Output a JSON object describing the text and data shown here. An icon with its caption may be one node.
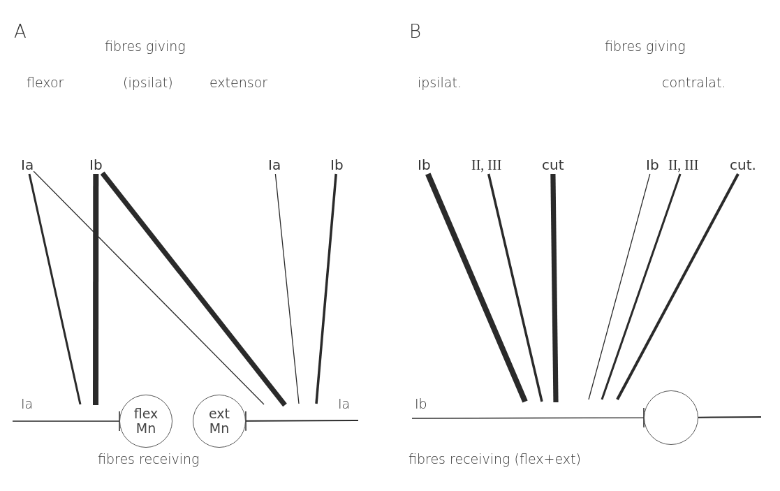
{
  "diagram": {
    "nodes": [
      {
        "text": [
          "Ia"
        ]
      },
      {
        "text": [
          "Ib"
        ]
      },
      {
        "text": [
          "Ia"
        ]
      },
      {
        "text": [
          "Ib"
        ]
      },
      {
        "text": [
          "flex Mn"
        ]
      },
      {
        "text": [
          "ext Mn"
        ]
      },
      {
        "text": [
          "Ib"
        ]
      },
      {
        "text": [
          "II, III"
        ]
      },
      {
        "text": [
          "cut"
        ]
      },
      {
        "text": [
          "Ib"
        ]
      },
      {
        "text": [
          "II, III"
        ]
      },
      {
        "text": [
          "cut."
        ]
      },
      {
        "text": [],
        "shape": "circle"
      }
    ],
    "edges": [
      {
        "from": 0,
        "to": null,
        "arrow": "none"
      },
      {
        "from": 0,
        "to": null,
        "arrow": "none"
      },
      {
        "from": 1,
        "to": null,
        "arrow": "none",
        "style": "thick"
      },
      {
        "from": 1,
        "to": null,
        "arrow": "none",
        "style": "thick"
      },
      {
        "from": 2,
        "to": null,
        "arrow": "none"
      },
      {
        "from": 3,
        "to": null,
        "arrow": "none"
      },
      {
        "from": null,
        "to": 4,
        "arrow": "other"
      },
      {
        "from": null,
        "to": 5,
        "arrow": "other"
      },
      {
        "from": 6,
        "to": null,
        "arrow": "none",
        "style": "thick"
      },
      {
        "from": 7,
        "to": null,
        "arrow": "none"
      },
      {
        "from": 8,
        "to": null,
        "arrow": "none",
        "style": "thick"
      },
      {
        "from": 9,
        "to": null,
        "arrow": "none"
      },
      {
        "from": 10,
        "to": null,
        "arrow": "none"
      },
      {
        "from": 11,
        "to": null,
        "arrow": "none"
      },
      {
        "from": null,
        "to": 12,
        "arrow": "other"
      },
      {
        "from": 12,
        "to": null,
        "arrow": "none"
      }
    ],
    "labels": [
      "A",
      "B",
      "fibres giving",
      "fibres giving",
      "flexor",
      "(ipsilat)",
      "extensor",
      "ipsilat.",
      "contralat.",
      "Ia",
      "Ia",
      "Ib",
      "fibres receiving",
      "fibres receiving (flex+ext)"
    ]
  }
}
